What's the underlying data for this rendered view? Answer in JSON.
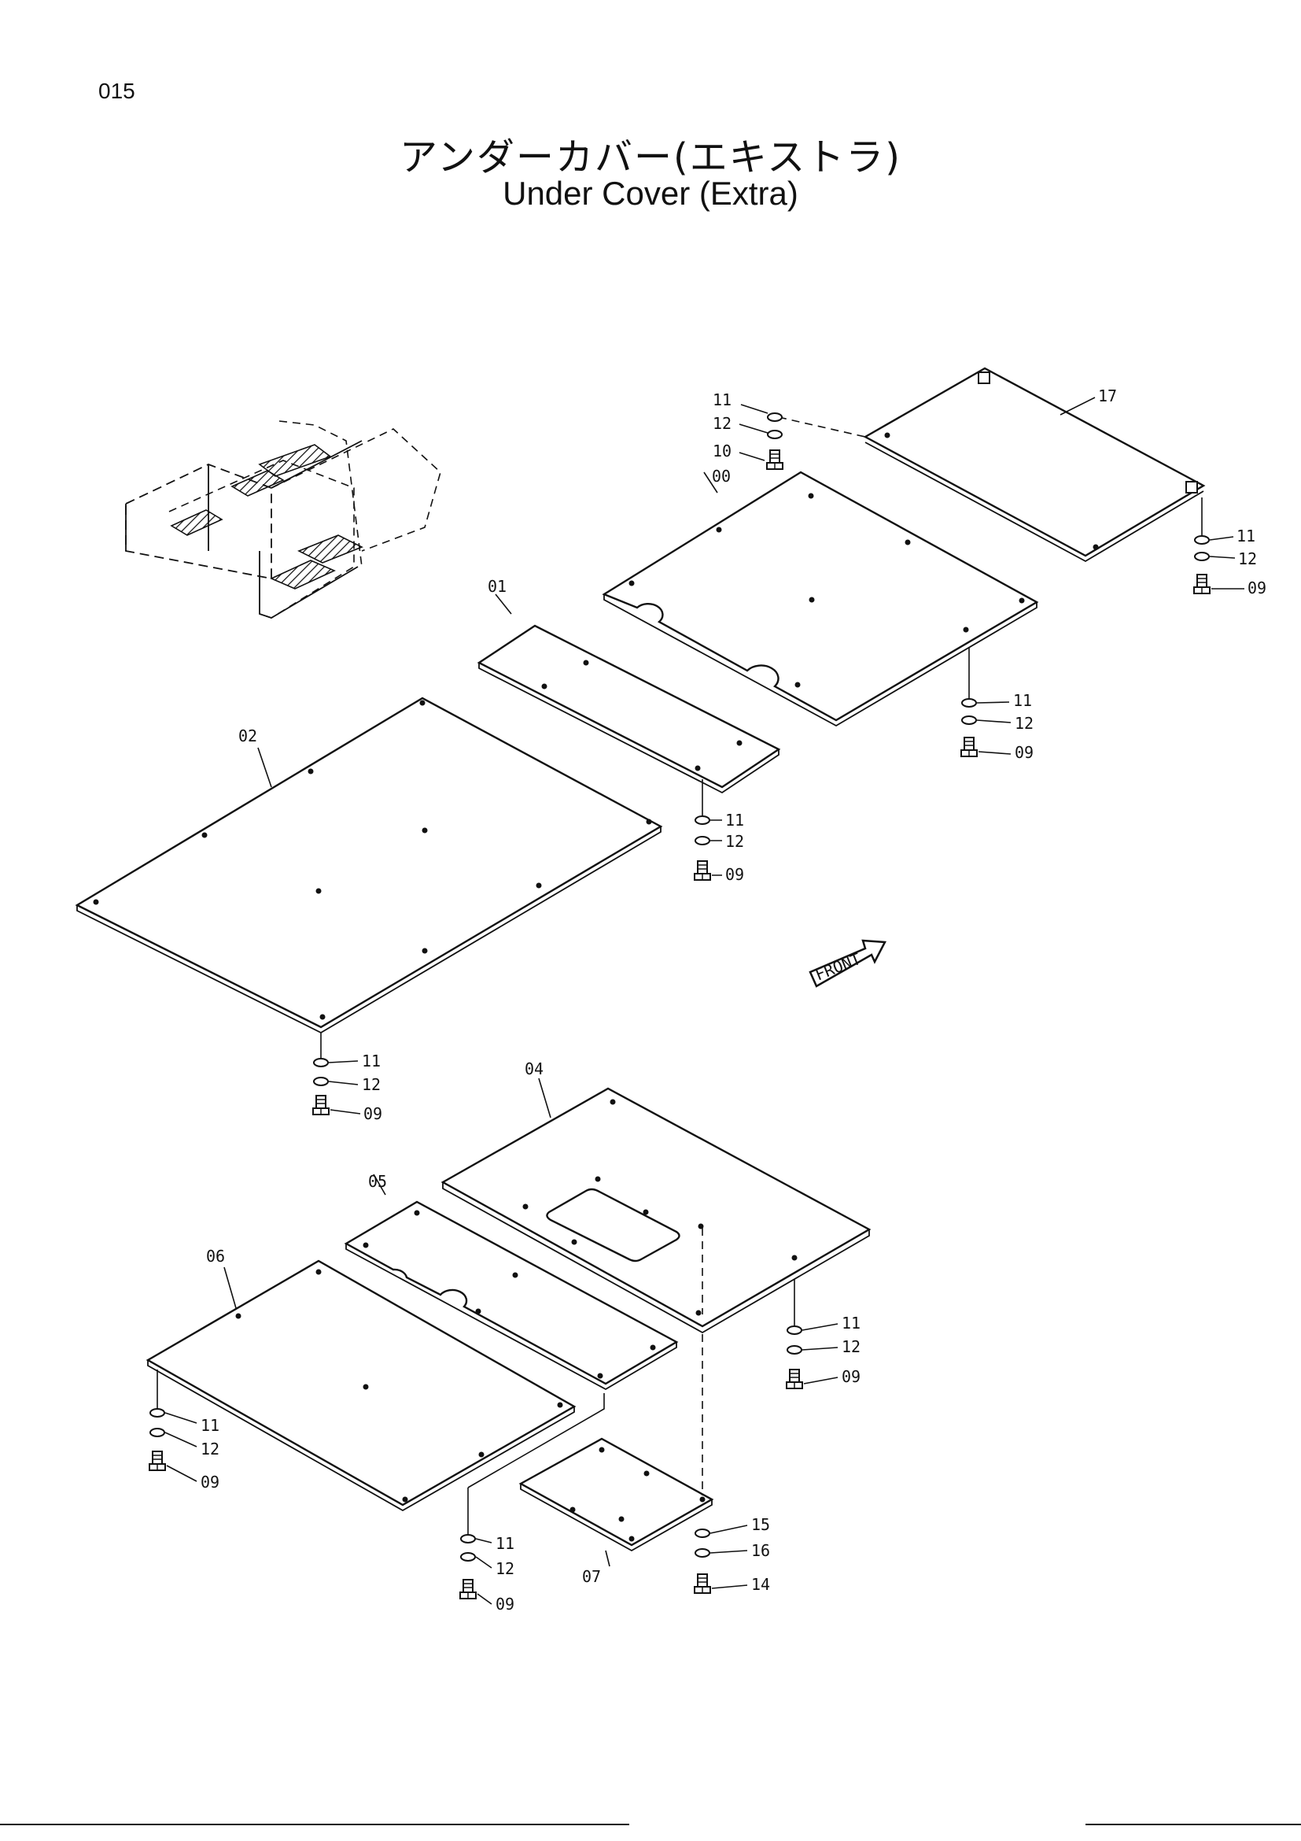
{
  "page_number": "015",
  "title_jp": "アンダーカバー(エキストラ)",
  "title_en": "Under Cover (Extra)",
  "front_label": "FRONT",
  "labels": {
    "p00": "00",
    "p01": "01",
    "p02": "02",
    "p04": "04",
    "p05": "05",
    "p06": "06",
    "p07": "07",
    "p17": "17",
    "b09": "09",
    "b10": "10",
    "w11": "11",
    "w12": "12",
    "b14": "14",
    "w15": "15",
    "w16": "16"
  }
}
